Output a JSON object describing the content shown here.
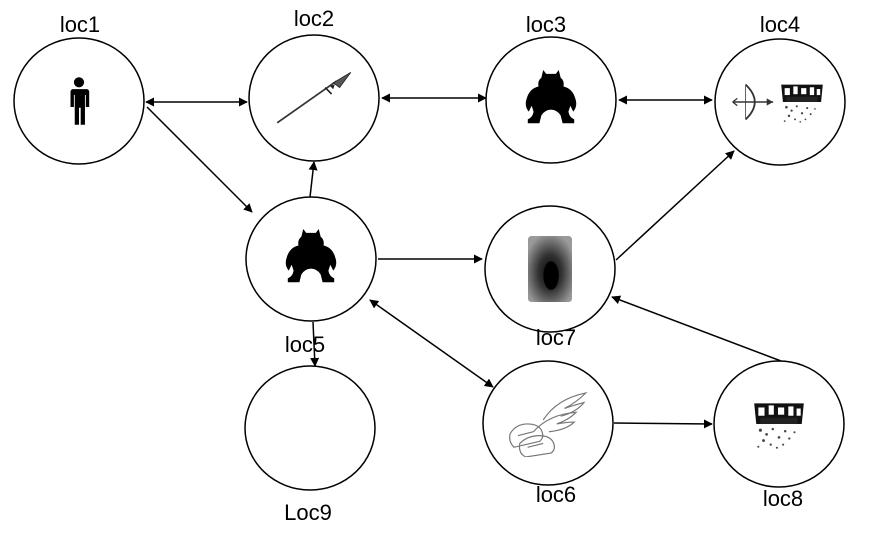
{
  "diagram": {
    "nodes": [
      {
        "id": "loc1",
        "label": "loc1",
        "icon": "person-icon"
      },
      {
        "id": "loc2",
        "label": "loc2",
        "icon": "spear-icon"
      },
      {
        "id": "loc3",
        "label": "loc3",
        "icon": "troll-icon"
      },
      {
        "id": "loc4",
        "label": "loc4",
        "icon": "bow-and-treasure-icon"
      },
      {
        "id": "loc5",
        "label": "loc5",
        "icon": "troll-icon"
      },
      {
        "id": "loc6",
        "label": "loc6",
        "icon": "winged-shoes-icon"
      },
      {
        "id": "loc7",
        "label": "loc7",
        "icon": "dark-hole-icon"
      },
      {
        "id": "loc8",
        "label": "loc8",
        "icon": "treasure-icon"
      },
      {
        "id": "loc9",
        "label": "Loc9",
        "icon": ""
      }
    ],
    "edges": [
      {
        "from": "loc1",
        "to": "loc2",
        "bidirectional": true
      },
      {
        "from": "loc2",
        "to": "loc3",
        "bidirectional": true
      },
      {
        "from": "loc3",
        "to": "loc4",
        "bidirectional": true
      },
      {
        "from": "loc1",
        "to": "loc5",
        "bidirectional": false
      },
      {
        "from": "loc5",
        "to": "loc2",
        "bidirectional": false
      },
      {
        "from": "loc5",
        "to": "loc7",
        "bidirectional": false
      },
      {
        "from": "loc7",
        "to": "loc4",
        "bidirectional": false
      },
      {
        "from": "loc5",
        "to": "loc9",
        "bidirectional": false
      },
      {
        "from": "loc5",
        "to": "loc6",
        "bidirectional": true
      },
      {
        "from": "loc6",
        "to": "loc8",
        "bidirectional": false
      },
      {
        "from": "loc8",
        "to": "loc7",
        "bidirectional": false
      }
    ]
  }
}
